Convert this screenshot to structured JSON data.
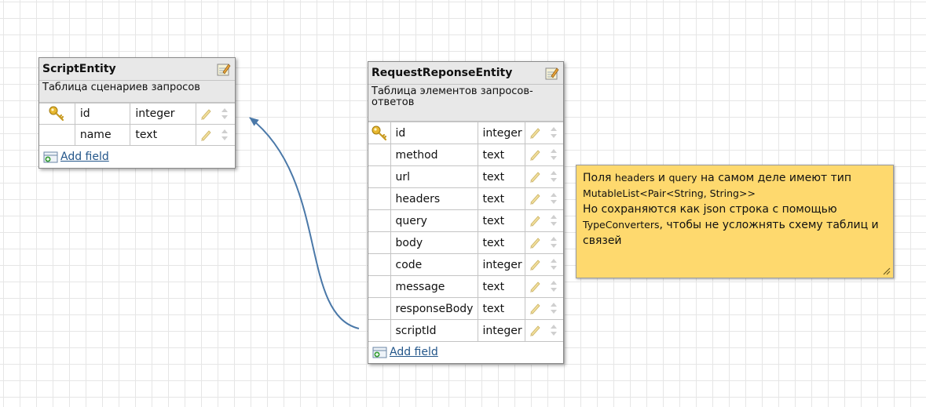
{
  "entities": {
    "script": {
      "title": "ScriptEntity",
      "description": "Таблица сценариев запросов",
      "fields": [
        {
          "name": "id",
          "type": "integer",
          "primary_key": true
        },
        {
          "name": "name",
          "type": "text",
          "primary_key": false
        }
      ],
      "add_field_label": "Add field"
    },
    "request": {
      "title": "RequestReponseEntity",
      "description": "Таблица элементов запросов-ответов",
      "fields": [
        {
          "name": "id",
          "type": "integer",
          "primary_key": true
        },
        {
          "name": "method",
          "type": "text",
          "primary_key": false
        },
        {
          "name": "url",
          "type": "text",
          "primary_key": false
        },
        {
          "name": "headers",
          "type": "text",
          "primary_key": false
        },
        {
          "name": "query",
          "type": "text",
          "primary_key": false
        },
        {
          "name": "body",
          "type": "text",
          "primary_key": false
        },
        {
          "name": "code",
          "type": "integer",
          "primary_key": false
        },
        {
          "name": "message",
          "type": "text",
          "primary_key": false
        },
        {
          "name": "responseBody",
          "type": "text",
          "primary_key": false
        },
        {
          "name": "scriptId",
          "type": "integer",
          "primary_key": false
        }
      ],
      "add_field_label": "Add field"
    }
  },
  "relation": {
    "from": "request.scriptId",
    "to": "script.id",
    "color": "#4a78a8"
  },
  "note": {
    "l1_a": "Поля ",
    "l1_b": "headers",
    "l1_c": " и ",
    "l1_d": "query",
    "l1_e": " на самом деле имеют тип",
    "l2": "MutableList<Pair<String, String>>",
    "l3": "Но сохраняются как json строка с помощью",
    "l4_a": "TypeConverters",
    "l4_b": ", чтобы не усложнять схему таблиц и",
    "l5": "связей",
    "color": "#fed96e"
  },
  "icons": {
    "edit": "edit-note-icon",
    "key": "key-icon",
    "pencil": "pencil-icon",
    "sort": "sort-arrows-icon",
    "add": "add-field-icon",
    "resize": "resize-grip-icon"
  }
}
